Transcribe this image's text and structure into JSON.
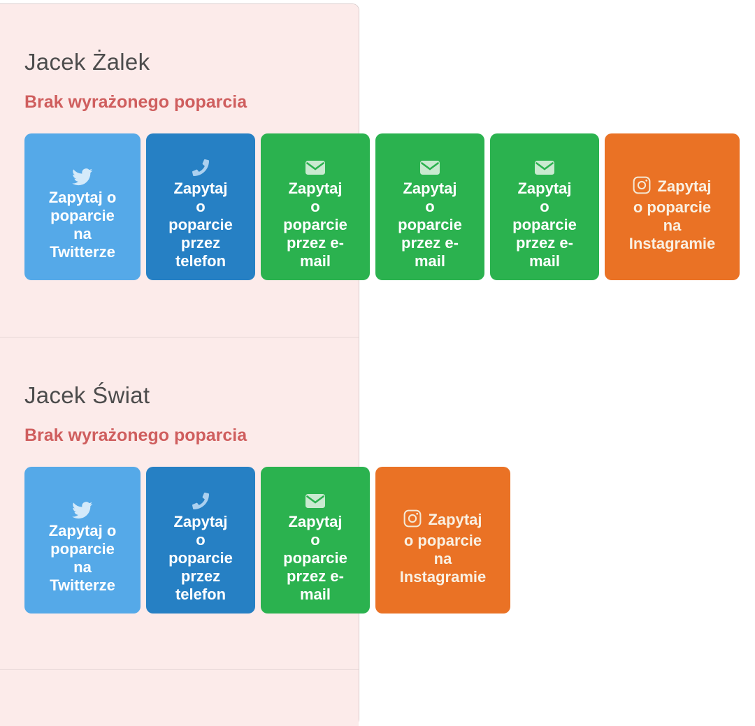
{
  "cards": [
    {
      "name": "Jacek Żalek",
      "status": "Brak wyrażonego poparcia",
      "buttons": [
        {
          "icon": "twitter-icon",
          "label": "Zapytaj o\npoparcie\nna\nTwitterze"
        },
        {
          "icon": "phone-icon",
          "label": "Zapytaj\no\npoparcie\nprzez\ntelefon"
        },
        {
          "icon": "envelope-icon",
          "label": "Zapytaj\no\npoparcie\nprzez e-\nmail"
        },
        {
          "icon": "envelope-icon",
          "label": "Zapytaj\no\npoparcie\nprzez e-\nmail"
        },
        {
          "icon": "envelope-icon",
          "label": "Zapytaj\no\npoparcie\nprzez e-\nmail"
        },
        {
          "icon": "instagram-icon",
          "label": "Zapytaj\no poparcie\nna\nInstagramie"
        }
      ]
    },
    {
      "name": "Jacek Świat",
      "status": "Brak wyrażonego poparcia",
      "buttons": [
        {
          "icon": "twitter-icon",
          "label": "Zapytaj o\npoparcie\nna\nTwitterze"
        },
        {
          "icon": "phone-icon",
          "label": "Zapytaj\no\npoparcie\nprzez\ntelefon"
        },
        {
          "icon": "envelope-icon",
          "label": "Zapytaj\no\npoparcie\nprzez e-\nmail"
        },
        {
          "icon": "instagram-icon",
          "label": "Zapytaj\no poparcie\nna\nInstagramie"
        }
      ]
    }
  ],
  "colors": {
    "twitter_button": "#55a9e8",
    "phone_button": "#2680c4",
    "email_button": "#2bb24f",
    "instagram_button": "#ea7225",
    "card_background": "#fcebea",
    "card_border": "#dbcccc",
    "status_text": "#cf5e5e",
    "name_text": "#4c4c4c"
  }
}
